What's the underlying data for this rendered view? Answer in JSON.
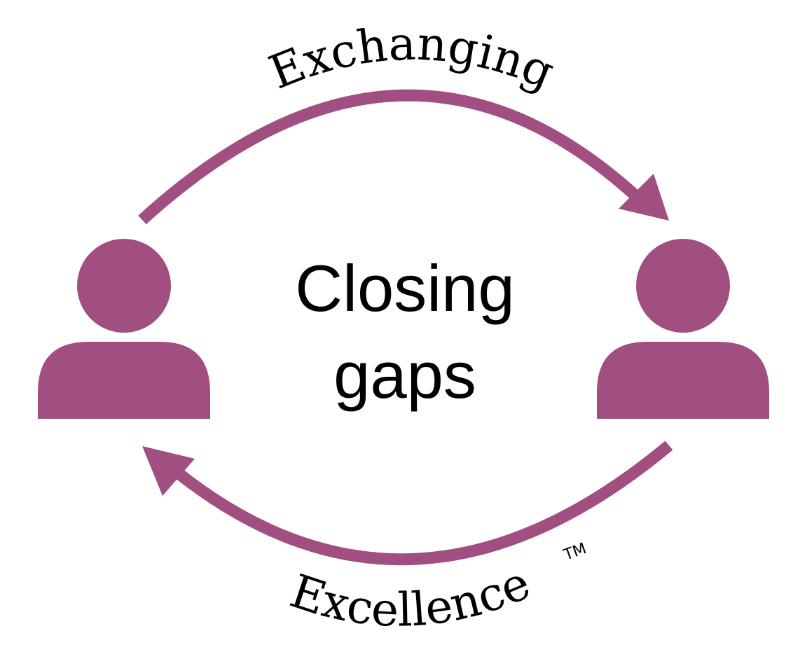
{
  "diagram": {
    "top_label": "Exchanging",
    "bottom_label": "Excellence",
    "trademark": "TM",
    "center_line1": "Closing",
    "center_line2": "gaps",
    "accent_color": "#a14e81",
    "text_color": "#000000"
  },
  "icons": {
    "left_person": "person-icon",
    "right_person": "person-icon",
    "top_arrow": "arrow-right-arc",
    "bottom_arrow": "arrow-left-arc"
  }
}
